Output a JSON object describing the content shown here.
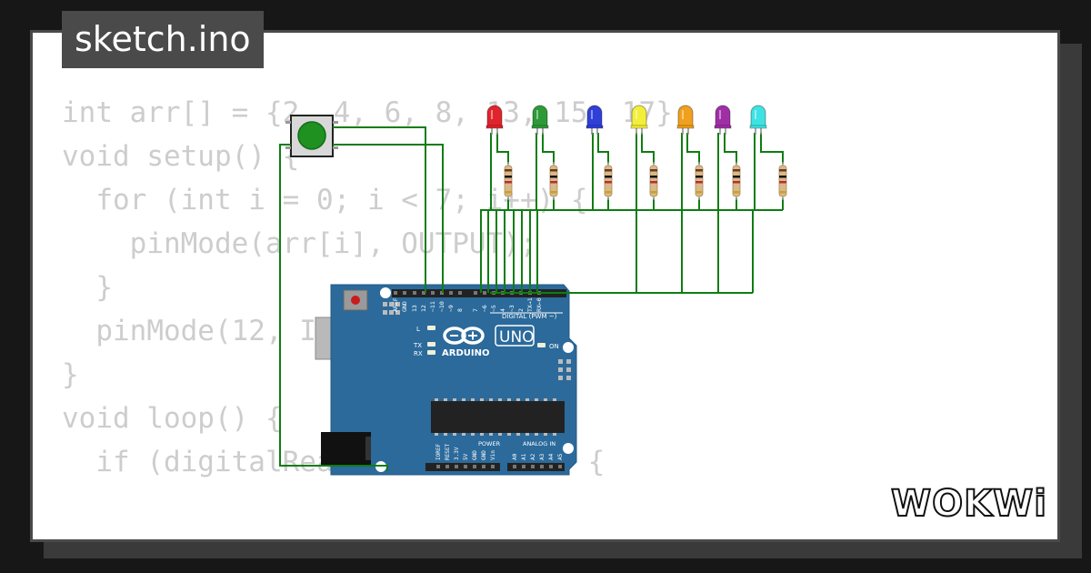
{
  "file_tab": {
    "title": "sketch.ino"
  },
  "code": {
    "lines": [
      "int arr[] = {2, 4, 6, 8, 13, 15, 17};",
      "",
      "void setup() {",
      "  for (int i = 0; i < 7; i++) {",
      "    pinMode(arr[i], OUTPUT);",
      "  }",
      "  pinMode(12, INPUT);",
      "}",
      "",
      "void loop() {",
      "  if (digitalRead(12) == HIGH) {"
    ]
  },
  "board": {
    "brand": "ARDUINO",
    "model": "UNO",
    "digital_label": "DIGITAL (PWM ~)",
    "on_label": "ON",
    "l_label": "L",
    "tx_label": "TX",
    "rx_label": "RX",
    "power_label": "POWER",
    "analog_label": "ANALOG IN",
    "header_pins_top": [
      "AREF",
      "GND",
      "13",
      "12",
      "~11",
      "~10",
      "~9",
      "8",
      "7",
      "~6",
      "~5",
      "4",
      "~3",
      "2",
      "TX→1",
      "RX←0"
    ],
    "header_pins_power": [
      "IOREF",
      "RESET",
      "3.3V",
      "5V",
      "GND",
      "GND",
      "Vin"
    ],
    "header_pins_analog": [
      "A0",
      "A1",
      "A2",
      "A3",
      "A4",
      "A5"
    ]
  },
  "leds": [
    {
      "name": "red",
      "color": "#e0242d"
    },
    {
      "name": "green",
      "color": "#2e9a37"
    },
    {
      "name": "blue",
      "color": "#2f3fd8"
    },
    {
      "name": "yellow",
      "color": "#f2ee3a"
    },
    {
      "name": "orange",
      "color": "#f0a01c"
    },
    {
      "name": "purple",
      "color": "#a02fa6"
    },
    {
      "name": "cyan",
      "color": "#3fe2e2"
    }
  ],
  "colors": {
    "wire": "#0f7d12",
    "board": "#2b6a9b",
    "button_cap": "#1e9120",
    "tab_bg": "#4a4a4a",
    "code_text": "#cdcdcd"
  },
  "brand_logo": {
    "text": "WOKWi"
  }
}
